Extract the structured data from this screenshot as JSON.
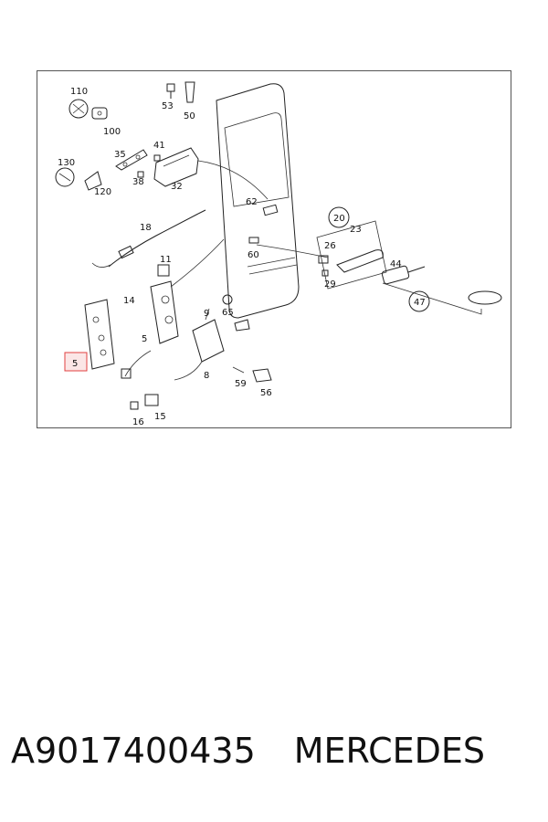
{
  "diagram": {
    "callouts": {
      "c110": "110",
      "c100": "100",
      "c53": "53",
      "c50": "50",
      "c35": "35",
      "c41": "41",
      "c130": "130",
      "c38": "38",
      "c120": "120",
      "c32": "32",
      "c62": "62",
      "c20": "20",
      "c23": "23",
      "c18": "18",
      "c60": "60",
      "c26": "26",
      "c11": "11",
      "c29": "29",
      "c44": "44",
      "c47": "47",
      "c14": "14",
      "c65": "65",
      "c9": "9",
      "c5a": "5",
      "c5b": "5",
      "c8": "8",
      "c59": "59",
      "c56": "56",
      "c16": "16",
      "c15": "15"
    },
    "highlight_color": "#e04040"
  },
  "footer": {
    "part_number": "A9017400435",
    "brand": "MERCEDES"
  }
}
